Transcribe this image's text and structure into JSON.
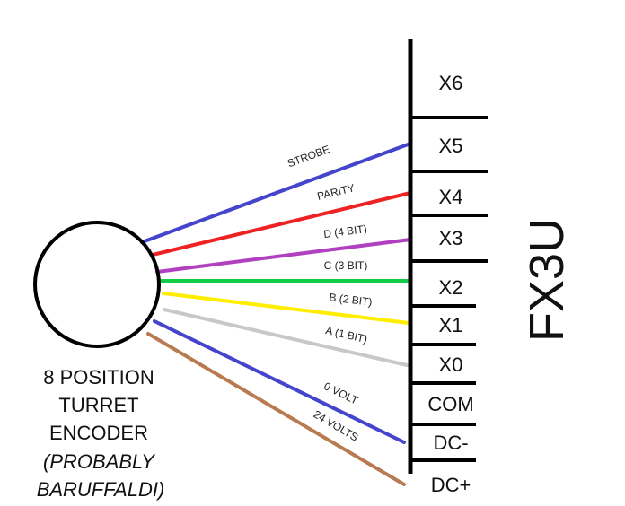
{
  "encoder": {
    "lines": [
      "8 POSITION",
      "TURRET",
      "ENCODER"
    ],
    "italic_lines": [
      "(PROBABLY",
      "BARUFFALDI)"
    ]
  },
  "plc": {
    "title": "FX3U",
    "terminals": [
      "X6",
      "X5",
      "X4",
      "X3",
      "X2",
      "X1",
      "X0",
      "COM",
      "DC-",
      "DC+"
    ]
  },
  "wires": [
    {
      "label": "STROBE",
      "color": "#4444cc",
      "terminal": "X5"
    },
    {
      "label": "PARITY",
      "color": "#ee2222",
      "terminal": "X4"
    },
    {
      "label": "D (4 BIT)",
      "color": "#b040c0",
      "terminal": "X3"
    },
    {
      "label": "C (3 BIT)",
      "color": "#11cc44",
      "terminal": "X2"
    },
    {
      "label": "B (2 BIT)",
      "color": "#ffee00",
      "terminal": "X1"
    },
    {
      "label": "A (1 BIT)",
      "color": "#c8c8c8",
      "terminal": "X0"
    },
    {
      "label": "0 VOLT",
      "color": "#4444cc",
      "terminal": "DC-"
    },
    {
      "label": "24 VOLTS",
      "color": "#b87a50",
      "terminal": "DC+"
    }
  ]
}
